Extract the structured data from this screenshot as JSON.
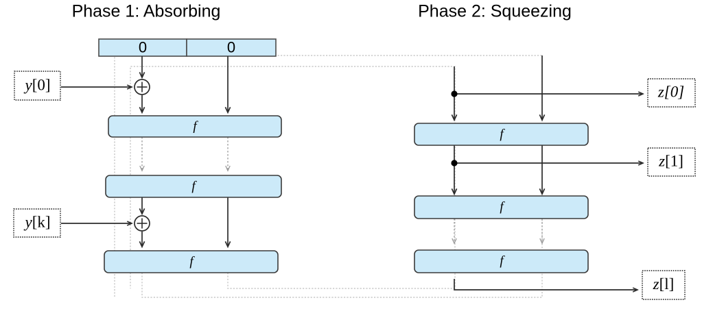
{
  "diagram": {
    "title_left": "Phase 1: Absorbing",
    "title_right": "Phase 2: Squeezing",
    "function_label": "f",
    "colors": {
      "block_fill": "#cceaf9",
      "block_stroke": "#3a3a3a",
      "solid_edge": "#2b2b2b",
      "dashed_edge": "#9a9a9a",
      "feedback_edge": "#bdbdbd",
      "background": "#ffffff"
    },
    "state": {
      "left_cell": "0",
      "right_cell": "0"
    },
    "absorbing": {
      "inputs": [
        {
          "label": "y[0]",
          "var": "y",
          "index": "[0]"
        },
        {
          "label": "y[k]",
          "var": "y",
          "index": "[k]"
        }
      ],
      "permutations": [
        {
          "label": "f"
        },
        {
          "label": "f"
        },
        {
          "label": "f"
        }
      ],
      "xor_symbol": "+"
    },
    "squeezing": {
      "outputs": [
        {
          "label": "z[0]",
          "var": "z",
          "index": "[0]"
        },
        {
          "label": "z[1]",
          "var": "z",
          "index": "[1]"
        },
        {
          "label": "z[l]",
          "var": "z",
          "index": "[l]"
        }
      ],
      "permutations": [
        {
          "label": "f"
        },
        {
          "label": "f"
        },
        {
          "label": "f"
        }
      ]
    }
  }
}
